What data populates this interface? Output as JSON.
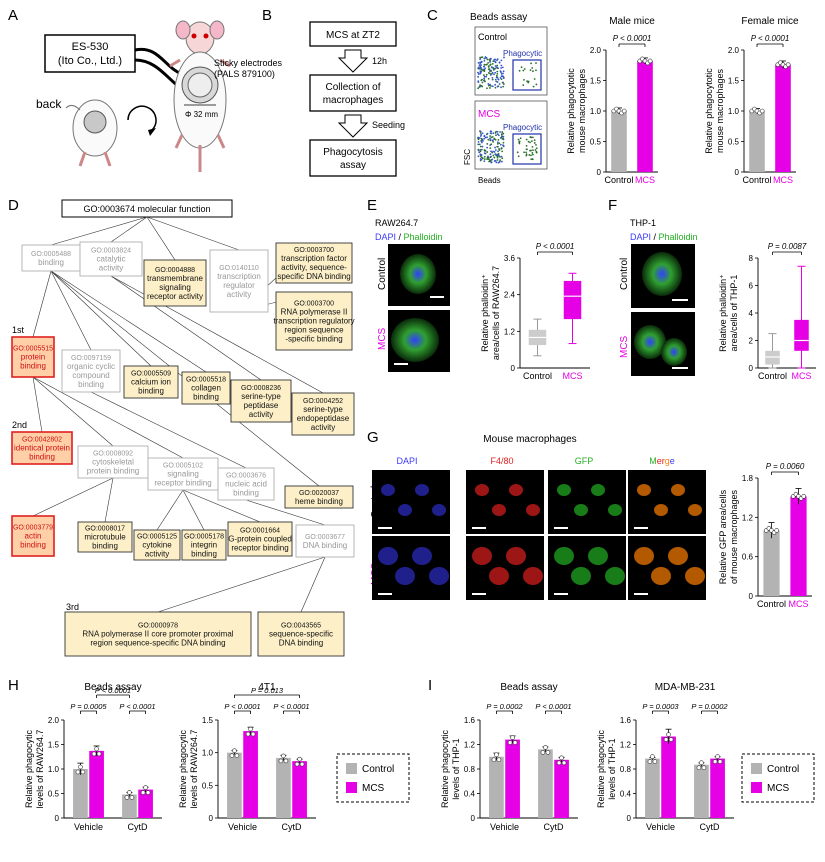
{
  "colors": {
    "control": "#b3b3b3",
    "mcs": "#e600e6",
    "go_fill": "#fdf0c8",
    "go_red": "#e02020",
    "go_grey": "#b0b0b0",
    "dapi": "#3a3aff",
    "phalloidin": "#22b022",
    "f480": "#e02020",
    "gfp": "#22b022",
    "merge": "#ff7f00",
    "flow_gate": "#2233aa"
  },
  "panels": {
    "A": {
      "letter": "A",
      "device": [
        "ES-530",
        "(Ito Co., Ltd.)"
      ],
      "electrodes": [
        "Sticky electrodes",
        "(PALS 879100)"
      ],
      "diameter": "Φ 32 mm",
      "back": "back"
    },
    "B": {
      "letter": "B",
      "steps": [
        "MCS at ZT2",
        "Collection of macrophages",
        "Phagocytosis assay"
      ],
      "arrow1": "12h",
      "arrow2": "Seeding"
    },
    "C": {
      "letter": "C",
      "title": "Beads assay",
      "rows": [
        "Control",
        "MCS"
      ],
      "gate": "Phagocytic",
      "xaxis": "Beads",
      "yaxis": "FSC"
    },
    "D": {
      "letter": "D",
      "root": "GO:0003674 molecular function",
      "tier1": "1st",
      "tier2": "2nd",
      "tier3": "3rd"
    },
    "E": {
      "letter": "E",
      "cell": "RAW264.7",
      "stain1": "DAPI",
      "stain2": "Phalloidin",
      "sep": " / ",
      "rows": [
        "Control",
        "MCS"
      ]
    },
    "F": {
      "letter": "F",
      "cell": "THP-1",
      "stain1": "DAPI",
      "stain2": "Phalloidin",
      "sep": " / ",
      "rows": [
        "Control",
        "MCS"
      ]
    },
    "G": {
      "letter": "G",
      "title": "Mouse macrophages",
      "columns": [
        "DAPI",
        "F4/80",
        "GFP"
      ],
      "merge": [
        "M",
        "e",
        "r",
        "g",
        "e"
      ],
      "rows": [
        "Control",
        "MCS"
      ]
    },
    "H": {
      "letter": "H"
    },
    "I": {
      "letter": "I"
    }
  },
  "go_nodes": [
    {
      "id": "GO:0005488",
      "label": [
        "GO:0005488",
        "binding"
      ],
      "style": "grey"
    },
    {
      "id": "GO:0003824",
      "label": [
        "GO:0003824",
        "catalytic",
        "activity"
      ],
      "style": "grey"
    },
    {
      "id": "GO:0004888",
      "label": [
        "GO:0004888",
        "transmembrane",
        "signaling",
        "receptor activity"
      ],
      "style": "fill"
    },
    {
      "id": "GO:0140110",
      "label": [
        "GO:0140110",
        "transcription",
        "regulator",
        "activity"
      ],
      "style": "grey"
    },
    {
      "id": "GO:0003700a",
      "label": [
        "GO:0003700",
        "transcription factor",
        "activity, sequence-",
        "specific DNA binding"
      ],
      "style": "fill"
    },
    {
      "id": "GO:0003700b",
      "label": [
        "GO:0003700",
        "RNA polymerase II",
        "transcription regulatory",
        "region sequence",
        "-specific binding"
      ],
      "style": "fill"
    },
    {
      "id": "GO:0005515",
      "label": [
        "GO:0005515",
        "protein",
        "binding"
      ],
      "style": "red"
    },
    {
      "id": "GO:0097159",
      "label": [
        "GO:0097159",
        "organic cyclic",
        "compound",
        "binding"
      ],
      "style": "grey"
    },
    {
      "id": "GO:0005509",
      "label": [
        "GO:0005509",
        "calcium ion",
        "binding"
      ],
      "style": "fill"
    },
    {
      "id": "GO:0005518",
      "label": [
        "GO:0005518",
        "collagen",
        "binding"
      ],
      "style": "fill"
    },
    {
      "id": "GO:0008236",
      "label": [
        "GO:0008236",
        "serine-type",
        "peptidase",
        "activity"
      ],
      "style": "fill"
    },
    {
      "id": "GO:0004252",
      "label": [
        "GO:0004252",
        "serine-type",
        "endopeptidase",
        "activity"
      ],
      "style": "fill"
    },
    {
      "id": "GO:0042802",
      "label": [
        "GO:0042802",
        "identical protein",
        "binding"
      ],
      "style": "red"
    },
    {
      "id": "GO:0008092",
      "label": [
        "GO:0008092",
        "cytoskeletal",
        "protein binding"
      ],
      "style": "grey"
    },
    {
      "id": "GO:0005102",
      "label": [
        "GO:0005102",
        "signaling",
        "receptor binding"
      ],
      "style": "grey"
    },
    {
      "id": "GO:0003676",
      "label": [
        "GO:0003676",
        "nucleic acid",
        "binding"
      ],
      "style": "grey"
    },
    {
      "id": "GO:0020037",
      "label": [
        "GO:0020037",
        "heme binding"
      ],
      "style": "fill"
    },
    {
      "id": "GO:0003779",
      "label": [
        "GO:0003779",
        "actin",
        "binding"
      ],
      "style": "red"
    },
    {
      "id": "GO:0008017",
      "label": [
        "GO:0008017",
        "microtubule",
        "binding"
      ],
      "style": "fill"
    },
    {
      "id": "GO:0005125",
      "label": [
        "GO:0005125",
        "cytokine",
        "activity"
      ],
      "style": "fill"
    },
    {
      "id": "GO:0005178",
      "label": [
        "GO:0005178",
        "integrin",
        "binding"
      ],
      "style": "fill"
    },
    {
      "id": "GO:0001664",
      "label": [
        "GO:0001664",
        "G-protein coupled",
        "receptor binding"
      ],
      "style": "fill"
    },
    {
      "id": "GO:0003677",
      "label": [
        "GO:0003677",
        "DNA binding"
      ],
      "style": "grey"
    },
    {
      "id": "GO:0000978",
      "label": [
        "GO:0000978",
        "RNA polymerase II core promoter proximal",
        "region sequence-specific DNA binding"
      ],
      "style": "fill"
    },
    {
      "id": "GO:0043565",
      "label": [
        "GO:0043565",
        "sequence-specific",
        "DNA binding"
      ],
      "style": "fill"
    }
  ],
  "legend_H": [
    "Control",
    "MCS"
  ],
  "legend_I": [
    "Control",
    "MCS"
  ],
  "chart_data": [
    {
      "id": "C1",
      "type": "bar",
      "title": "Male mice",
      "ylabel": [
        "Relative phagocytotic",
        "mouse macrophages"
      ],
      "categories": [
        "Control",
        "MCS"
      ],
      "values": [
        1.0,
        1.82
      ],
      "errors": [
        0.05,
        0.05
      ],
      "ylim": [
        0,
        2.0
      ],
      "yticks": [
        "0",
        "0.5",
        "1.0",
        "1.5",
        "2.0"
      ],
      "pvals": [
        "P < 0.0001"
      ]
    },
    {
      "id": "C2",
      "type": "bar",
      "title": "Female mice",
      "ylabel": [
        "Relative phagocytotic",
        "mouse macrophages"
      ],
      "categories": [
        "Control",
        "MCS"
      ],
      "values": [
        1.0,
        1.76
      ],
      "errors": [
        0.04,
        0.06
      ],
      "ylim": [
        0,
        2.0
      ],
      "yticks": [
        "0",
        "0.5",
        "1.0",
        "1.5",
        "2.0"
      ],
      "pvals": [
        "P < 0.0001"
      ]
    },
    {
      "id": "E",
      "type": "box",
      "ylabel": [
        "Relative phalloidin⁺",
        "area/cells of RAW264.7"
      ],
      "categories": [
        "Control",
        "MCS"
      ],
      "boxes": [
        [
          0.4,
          0.75,
          1.0,
          1.25,
          1.6
        ],
        [
          0.8,
          1.6,
          2.35,
          2.85,
          3.1
        ]
      ],
      "ylim": [
        0,
        3.6
      ],
      "yticks": [
        "0",
        "1.2",
        "2.4",
        "3.6"
      ],
      "pvals": [
        "P < 0.0001"
      ]
    },
    {
      "id": "F",
      "type": "box",
      "ylabel": [
        "Relative phalloidin⁺",
        "area/cells of THP-1"
      ],
      "categories": [
        "Control",
        "MCS"
      ],
      "boxes": [
        [
          0.0,
          0.25,
          0.8,
          1.25,
          2.5
        ],
        [
          0.0,
          1.25,
          2.0,
          3.5,
          7.4
        ]
      ],
      "ylim": [
        0,
        8
      ],
      "yticks": [
        "0",
        "2",
        "4",
        "6",
        "8"
      ],
      "pvals": [
        "P = 0.0087"
      ]
    },
    {
      "id": "G",
      "type": "bar",
      "ylabel": [
        "Relative GFP area/cells",
        "of mouse macrophages"
      ],
      "categories": [
        "Control",
        "MCS"
      ],
      "values": [
        1.0,
        1.52
      ],
      "errors": [
        0.12,
        0.12
      ],
      "ylim": [
        0,
        1.8
      ],
      "yticks": [
        "0",
        "0.6",
        "1.2",
        "1.8"
      ],
      "pvals": [
        "P = 0.0060"
      ]
    },
    {
      "id": "H1",
      "type": "grouped-bar",
      "title": "Beads assay",
      "ylabel": [
        "Relative phagocytic",
        "levels of RAW264.7"
      ],
      "groups": [
        "Vehicle",
        "CytD"
      ],
      "series": [
        {
          "name": "Control",
          "values": [
            1.0,
            0.48
          ],
          "errors": [
            0.12,
            0.04
          ]
        },
        {
          "name": "MCS",
          "values": [
            1.37,
            0.58
          ],
          "errors": [
            0.1,
            0.05
          ]
        }
      ],
      "ylim": [
        0,
        2.0
      ],
      "yticks": [
        "0",
        "0.5",
        "1.0",
        "1.5",
        "2.0"
      ],
      "pvals": [
        "P < 0.0001",
        "P = 0.0005",
        "P < 0.0001"
      ]
    },
    {
      "id": "H2",
      "type": "grouped-bar",
      "title": "4T1",
      "ylabel": [
        "Relative phagocytic",
        "levels of RAW264.7"
      ],
      "groups": [
        "Vehicle",
        "CytD"
      ],
      "series": [
        {
          "name": "Control",
          "values": [
            1.0,
            0.92
          ],
          "errors": [
            0.03,
            0.04
          ]
        },
        {
          "name": "MCS",
          "values": [
            1.33,
            0.87
          ],
          "errors": [
            0.06,
            0.03
          ]
        }
      ],
      "ylim": [
        0,
        1.5
      ],
      "yticks": [
        "0",
        "0.5",
        "1.0",
        "1.5"
      ],
      "pvals": [
        "P = 0.013",
        "P < 0.0001",
        "P < 0.0001"
      ]
    },
    {
      "id": "I1",
      "type": "grouped-bar",
      "title": "Beads assay",
      "ylabel": [
        "Relative phagocytic",
        "levels of THP-1"
      ],
      "groups": [
        "Vehicle",
        "CytD"
      ],
      "series": [
        {
          "name": "Control",
          "values": [
            1.0,
            1.12
          ],
          "errors": [
            0.06,
            0.04
          ]
        },
        {
          "name": "MCS",
          "values": [
            1.28,
            0.95
          ],
          "errors": [
            0.06,
            0.04
          ]
        }
      ],
      "ylim": [
        0,
        1.6
      ],
      "yticks": [
        "0",
        "0.4",
        "0.8",
        "1.2",
        "1.6"
      ],
      "pvals": [
        "P = 0.0002",
        "P < 0.0001"
      ]
    },
    {
      "id": "I2",
      "type": "grouped-bar",
      "title": "MDA-MB-231",
      "ylabel": [
        "Relative phagocytic",
        "levels of THP-1"
      ],
      "groups": [
        "Vehicle",
        "CytD"
      ],
      "series": [
        {
          "name": "Control",
          "values": [
            0.97,
            0.87
          ],
          "errors": [
            0.02,
            0.03
          ]
        },
        {
          "name": "MCS",
          "values": [
            1.33,
            0.97
          ],
          "errors": [
            0.12,
            0.03
          ]
        }
      ],
      "ylim": [
        0,
        1.6
      ],
      "yticks": [
        "0",
        "0.4",
        "0.8",
        "1.2",
        "1.6"
      ],
      "pvals": [
        "P = 0.0003",
        "P = 0.0002"
      ]
    }
  ]
}
